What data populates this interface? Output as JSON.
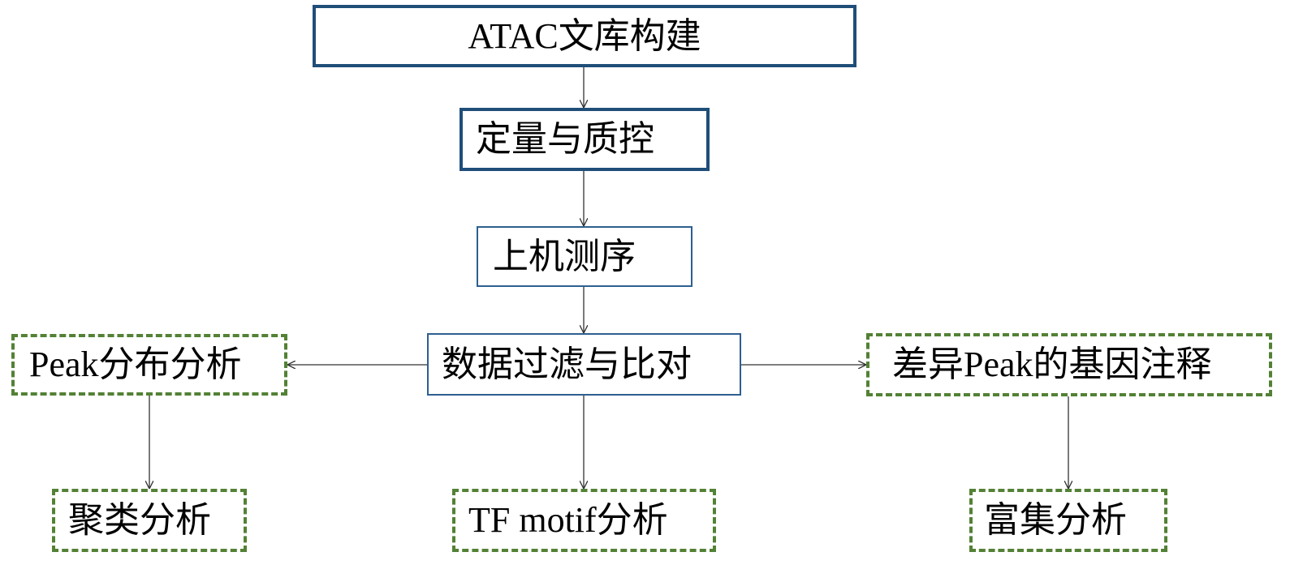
{
  "nodes": {
    "atac_library": "ATAC文库构建",
    "quant_qc": "定量与质控",
    "sequencing": "上机测序",
    "filter_align": "数据过滤与比对",
    "peak_distribution": "Peak分布分析",
    "diff_peak_annotation": "差异Peak的基因注释",
    "clustering": "聚类分析",
    "tf_motif": "TF motif分析",
    "enrichment": "富集分析"
  },
  "colors": {
    "primary_border": "#1f4e79",
    "secondary_border": "#2e5f8f",
    "analysis_border": "#538135",
    "arrow": "#333333"
  },
  "edges": [
    [
      "atac_library",
      "quant_qc"
    ],
    [
      "quant_qc",
      "sequencing"
    ],
    [
      "sequencing",
      "filter_align"
    ],
    [
      "filter_align",
      "peak_distribution"
    ],
    [
      "filter_align",
      "diff_peak_annotation"
    ],
    [
      "filter_align",
      "tf_motif"
    ],
    [
      "peak_distribution",
      "clustering"
    ],
    [
      "diff_peak_annotation",
      "enrichment"
    ]
  ]
}
